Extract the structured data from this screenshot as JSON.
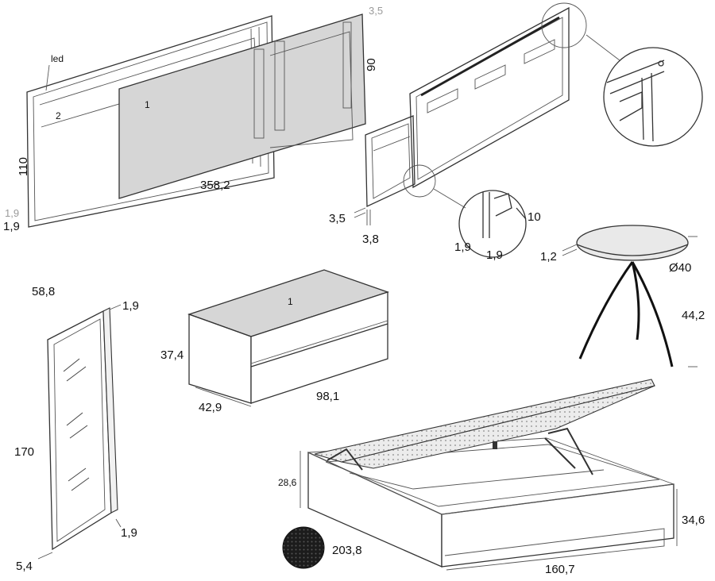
{
  "headboard": {
    "led_label": "led",
    "part_panel": "1",
    "part_frame": "2",
    "dim_height": "110",
    "dim_bottom_grey": "1,9",
    "dim_bottom": "1,9",
    "dim_width": "358,2",
    "dim_panel_height": "90",
    "dim_panel_depth": "3,5"
  },
  "detail": {
    "dim_a": "3,5",
    "dim_b": "3,8",
    "dim_c": "10",
    "dim_d": "1,9",
    "dim_e": "1,9"
  },
  "side_table": {
    "dim_top": "1,2",
    "dim_diameter": "Ø40",
    "dim_height": "44,2"
  },
  "mirror": {
    "dim_width": "58,8",
    "dim_top_depth": "1,9",
    "dim_height": "170",
    "dim_bottom_depth": "1,9",
    "dim_base": "5,4"
  },
  "chest": {
    "part_top": "1",
    "dim_height": "37,4",
    "dim_depth": "42,9",
    "dim_width": "98,1"
  },
  "bed": {
    "dim_inner_height": "28,6",
    "dim_height": "34,6",
    "dim_length": "203,8",
    "dim_width": "160,7"
  },
  "colors": {
    "panel_grey": "#d6d6d6",
    "line": "#333333",
    "fabric_swatch": "#1c1c1c"
  }
}
